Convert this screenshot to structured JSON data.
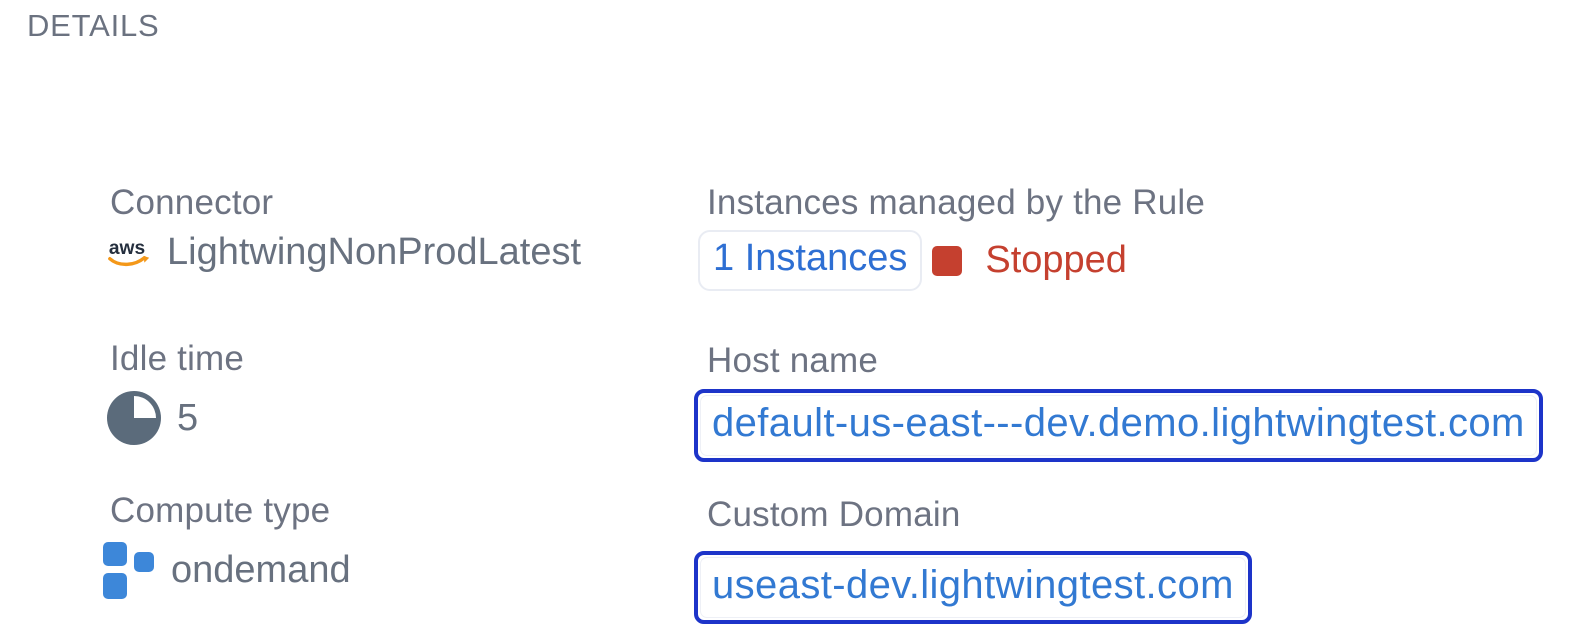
{
  "title": "DETAILS",
  "colors": {
    "label_gray": "#6d7382",
    "value_gray": "#68717f",
    "heading_gray": "#6b7280",
    "box_border_blue": "#1d34c9",
    "link_blue": "#3279d2",
    "instances_link_blue": "#2e6fd3",
    "status_red": "#c5402f",
    "compute_icon_blue": "#3d87d9",
    "idle_icon_slate": "#5b6b7b",
    "aws_navy": "#252f3e",
    "aws_orange": "#f49819"
  },
  "icons": {
    "aws_label": "aws"
  },
  "fields": {
    "connector": {
      "label": "Connector",
      "value": "LightwingNonProdLatest"
    },
    "idle_time": {
      "label": "Idle time",
      "value": "5"
    },
    "compute_type": {
      "label": "Compute type",
      "value": "ondemand"
    },
    "instances": {
      "label": "Instances managed by the Rule",
      "count_link": "1 Instances",
      "status": "Stopped"
    },
    "host_name": {
      "label": "Host name",
      "url": "default-us-east---dev.demo.lightwingtest.com"
    },
    "custom_domain": {
      "label": "Custom Domain",
      "url": "useast-dev.lightwingtest.com"
    }
  }
}
